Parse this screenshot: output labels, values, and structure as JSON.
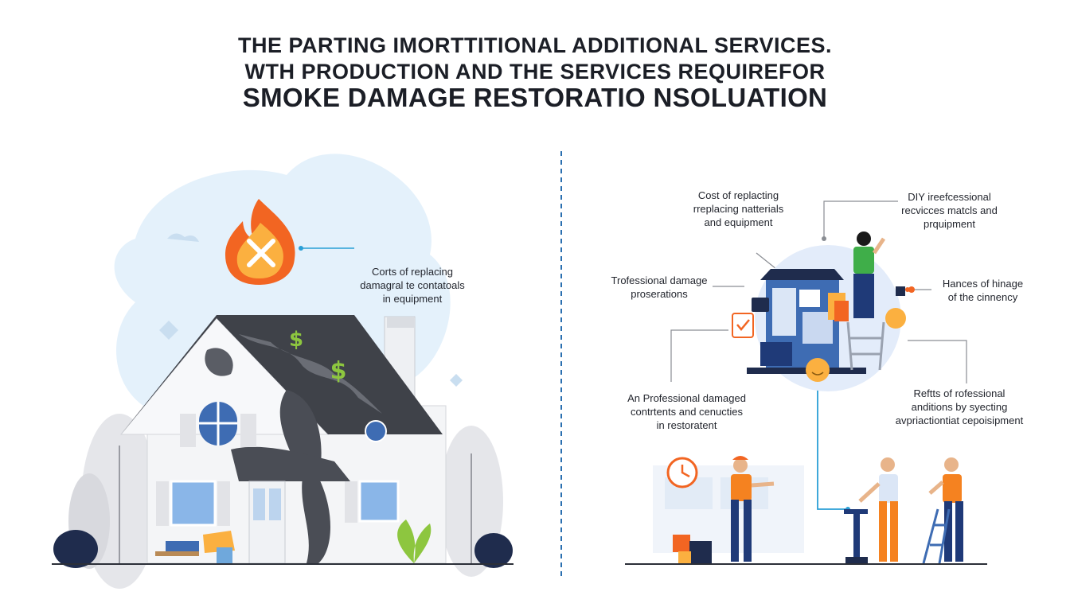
{
  "header": {
    "line1": "THE PARTING IMORTTITIONAL ADDITIONAL SERVICES.",
    "line2": "WTH PRODUCTION AND THE SERVICES REQUIREFOR",
    "line3": "SMOKE DAMAGE RESTORATIO NSOLUATION"
  },
  "left_panel": {
    "callout": {
      "line1": "Corts of replacing",
      "line2": "damagral te contatoals",
      "line3": "in equipment"
    },
    "roof_symbol_1": "$",
    "roof_symbol_2": "$"
  },
  "right_panel": {
    "callouts": [
      {
        "id": "cost-replacing",
        "lines": [
          "Cost of replacting",
          "rreplacing natterials",
          "and equipment"
        ]
      },
      {
        "id": "diy-professional",
        "lines": [
          "DIY ireefcessional",
          "recvicces matcls and",
          "prquipment"
        ]
      },
      {
        "id": "professional-damage",
        "lines": [
          "Trofessional damage",
          "proserations"
        ]
      },
      {
        "id": "hances-hinage",
        "lines": [
          "Hances of hinage",
          "of the cinnency"
        ]
      },
      {
        "id": "professional-damaged",
        "lines": [
          "An Professional damaged",
          "contrtents and cenucties",
          "in restoratent"
        ]
      },
      {
        "id": "refits-professional",
        "lines": [
          "Reftts of rofessional",
          "anditions by syecting",
          "avpriactiontiat cepoisipment"
        ]
      }
    ]
  },
  "colors": {
    "fire_orange": "#f26522",
    "fire_yellow": "#fbb040",
    "soot": "#4a4d55",
    "money_green": "#8dc63f",
    "accent_blue": "#2a9fd6",
    "bubble_blue": "#dcecf8",
    "worker_orange": "#f58220",
    "worker_navy": "#1f3a78"
  },
  "icons": [
    "fire-cross-icon",
    "dollar-icon",
    "checklist-icon",
    "emoji-face-icon",
    "clock-icon"
  ]
}
